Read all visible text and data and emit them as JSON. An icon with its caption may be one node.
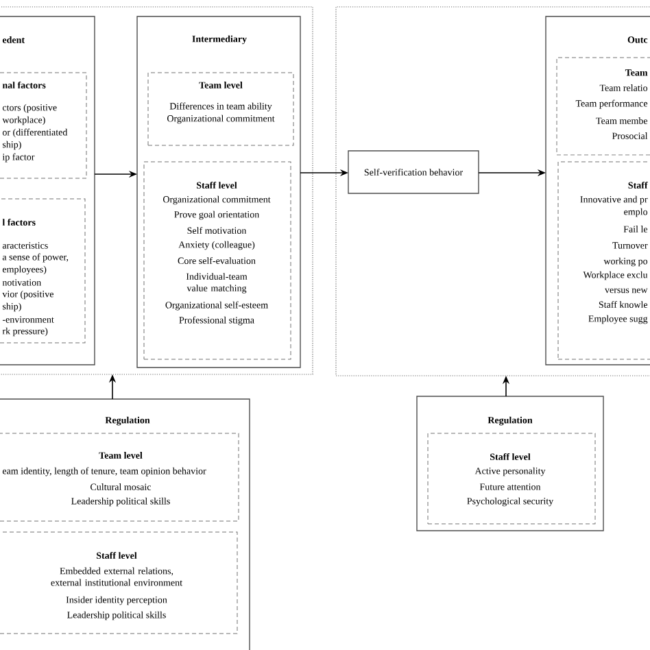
{
  "diagram": {
    "nodes": [
      {
        "text": [],
        "shape": "box"
      },
      {
        "text": [
          "edent"
        ],
        "in": 0
      },
      {
        "text": [
          "nal factors",
          "ctors (positive",
          "workplace)",
          "or (differentiated",
          "ship)",
          "ip factor"
        ],
        "in": 1
      },
      {
        "text": [
          "l factors",
          "aracteristics",
          "a sense of power,",
          "employees)",
          "notivation",
          "vior (positive",
          "ship)",
          "-environment",
          "rk pressure)"
        ],
        "in": 1
      },
      {
        "text": [
          "Intermediary"
        ],
        "in": 0
      },
      {
        "text": [
          "Team level",
          "Differences in team ability",
          "Organizational commitment"
        ],
        "in": 4
      },
      {
        "text": [
          "Staff level",
          "Organizational commitment",
          "Prove goal orientation",
          "Self motivation",
          "Anxiety (colleague)",
          "Core self-evaluation",
          "Individual-team value matching",
          "Organizational self-esteem",
          "Professional stigma"
        ],
        "in": 4
      },
      {
        "text": [],
        "shape": "box"
      },
      {
        "text": [
          "Self-verification behavior"
        ],
        "in": 7
      },
      {
        "text": [
          "Outc"
        ],
        "in": 7
      },
      {
        "text": [
          "Team",
          "Team relatio",
          "Team performance",
          "Team membe",
          "Prosocial"
        ],
        "in": 9
      },
      {
        "text": [
          "Staff",
          "Innovative and pr",
          "emplo",
          "Fail le",
          "Turnover",
          "working po",
          "Workplace exclu",
          "versus new",
          "Staff knowle",
          "Employee sugg"
        ],
        "in": 9
      },
      {
        "text": [
          "Regulation"
        ]
      },
      {
        "text": [
          "Team level",
          "eam identity, length of tenure, team opinion behavior",
          "Cultural mosaic",
          "Leadership political skills"
        ],
        "in": 12
      },
      {
        "text": [
          "Staff level",
          "Embedded external relations, external institutional environment",
          "Insider identity perception",
          "Leadership political skills"
        ],
        "in": 12
      },
      {
        "text": [
          "Regulation"
        ]
      },
      {
        "text": [
          "Staff level",
          "Active personality",
          "Future attention",
          "Psychological security"
        ],
        "in": 15
      }
    ],
    "edges": [
      {
        "from": 1,
        "to": 4,
        "arrow": "to"
      },
      {
        "from": 4,
        "to": 8,
        "arrow": "to"
      },
      {
        "from": 8,
        "to": 9,
        "arrow": "to"
      },
      {
        "from": 12,
        "to": 0,
        "arrow": "to"
      },
      {
        "from": 15,
        "to": 7,
        "arrow": "to"
      }
    ]
  }
}
